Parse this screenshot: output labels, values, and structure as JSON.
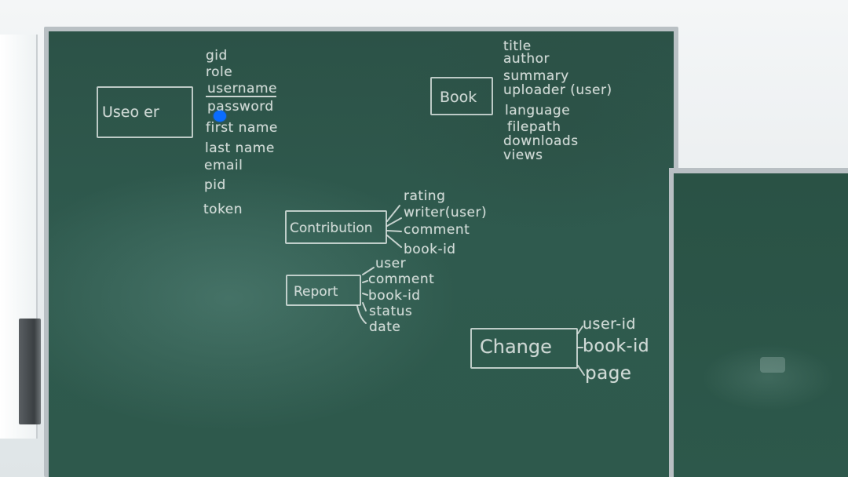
{
  "user": {
    "entity": "Useo     er",
    "attributes": [
      "gid",
      "role",
      "username",
      "password",
      "first name",
      "last name",
      "email",
      "pid",
      "token"
    ]
  },
  "book": {
    "entity": "Book",
    "attributes": [
      "title",
      "author",
      "summary",
      "uploader (user)",
      "language",
      "filepath",
      "downloads",
      "views"
    ]
  },
  "contribution": {
    "entity": "Contribution",
    "attributes": [
      "rating",
      "writer(user)",
      "comment",
      "book-id"
    ]
  },
  "report": {
    "entity": "Report",
    "attributes": [
      "user",
      "comment",
      "book-id",
      "status",
      "date"
    ]
  },
  "change": {
    "entity": "Change",
    "attributes": [
      "user-id",
      "book-id",
      "page"
    ]
  },
  "colors": {
    "board": "#2e594c",
    "chalk": "#e6ece9",
    "marker": "#0a6cff"
  }
}
